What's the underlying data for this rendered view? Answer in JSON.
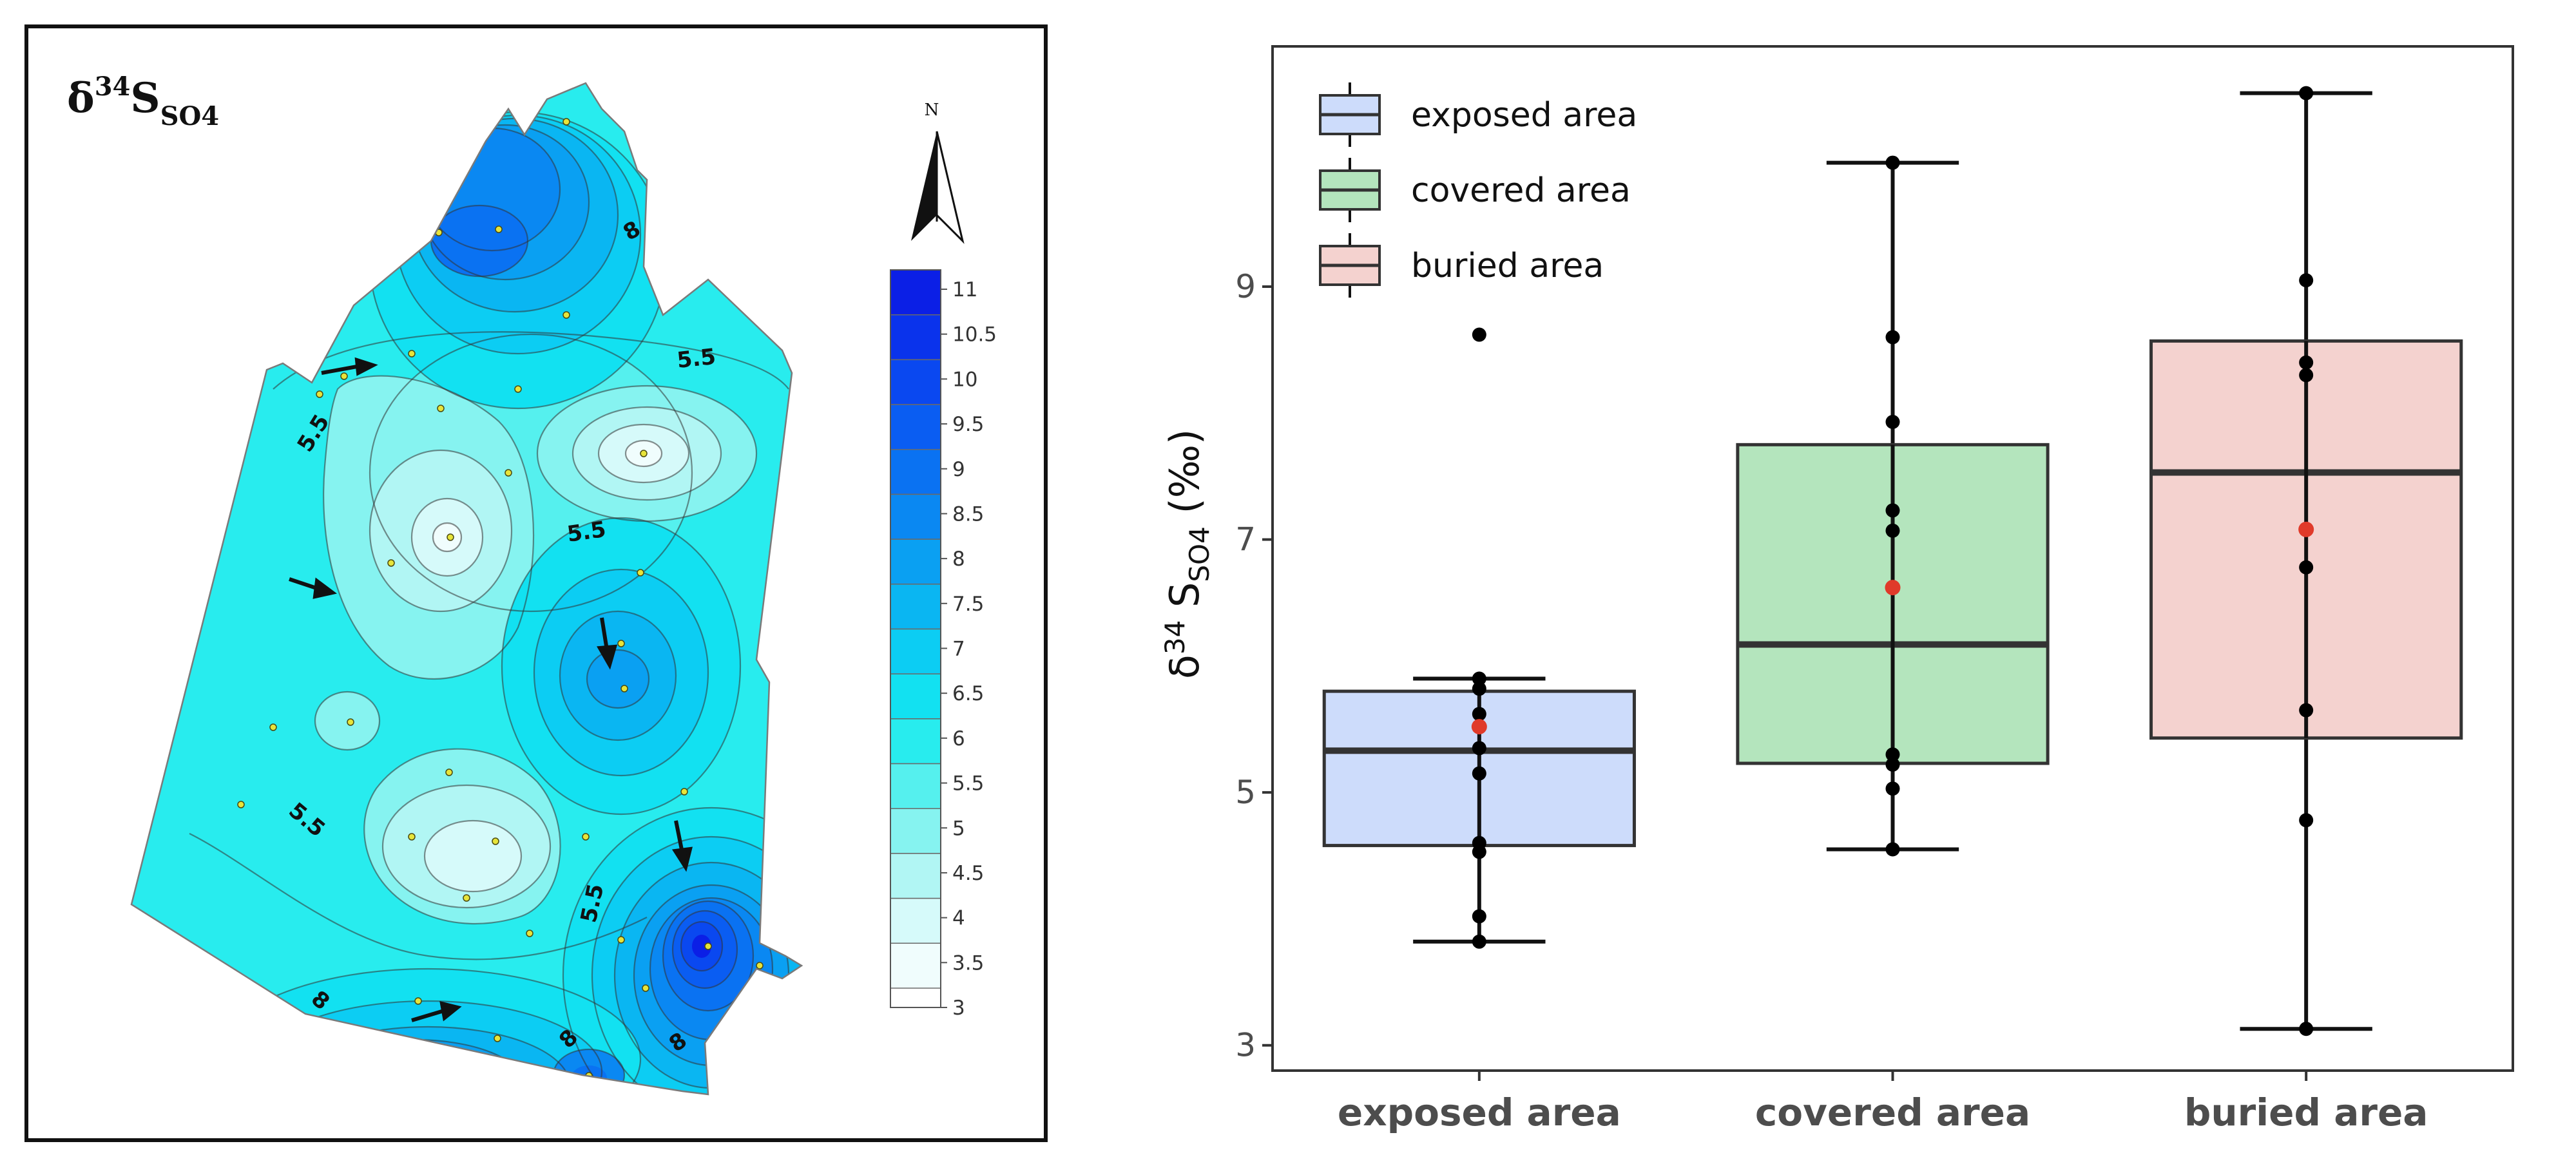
{
  "map": {
    "title_main": "δ",
    "title_sup": "34",
    "title_s": "S",
    "title_sub": "SO4",
    "north_label": "N",
    "contour_labels": [
      "5.5",
      "5.5",
      "5.5",
      "5.5",
      "5.5",
      "8",
      "8",
      "8",
      "8"
    ],
    "legend": {
      "levels": [
        "11",
        "10.5",
        "10",
        "9.5",
        "9",
        "8.5",
        "8",
        "7.5",
        "7",
        "6.5",
        "6",
        "5.5",
        "5",
        "4.5",
        "4",
        "3.5",
        "3"
      ],
      "colors": [
        "#0b1fe6",
        "#0a33ec",
        "#0a48f0",
        "#0a5df2",
        "#0a72f2",
        "#0a88f2",
        "#0aa0f2",
        "#0ab6f2",
        "#0ccdf3",
        "#12e1f1",
        "#28ecee",
        "#55f0ee",
        "#86f3f0",
        "#b1f6f4",
        "#d6fafa",
        "#f0fdfd"
      ]
    }
  },
  "chart_data": {
    "type": "box",
    "categories": [
      "exposed area",
      "covered area",
      "buried area"
    ],
    "ylabel_delta": "δ",
    "ylabel_sup": "34",
    "ylabel_s": " S",
    "ylabel_sub": "SO4",
    "ylabel_unit": " (‰)",
    "yticks": [
      3,
      5,
      7,
      9
    ],
    "ylim": [
      2.8,
      10.9
    ],
    "legend_position": "top-left",
    "boxes": [
      {
        "name": "exposed area",
        "q1": 4.58,
        "median": 5.33,
        "q3": 5.8,
        "whisker_low": 3.82,
        "whisker_high": 5.9,
        "mean": 5.52,
        "outliers": [
          8.62
        ],
        "points": [
          5.9,
          5.82,
          5.62,
          5.35,
          5.15,
          4.6,
          4.53,
          4.02,
          3.82
        ],
        "color": "#cddcfb"
      },
      {
        "name": "covered area",
        "q1": 5.23,
        "median": 6.17,
        "q3": 7.75,
        "whisker_low": 4.55,
        "whisker_high": 9.98,
        "mean": 6.62,
        "outliers": [],
        "points": [
          9.98,
          8.6,
          7.93,
          7.23,
          7.07,
          5.3,
          5.22,
          5.03,
          4.55
        ],
        "color": "#b4e5bd"
      },
      {
        "name": "buried area",
        "q1": 5.43,
        "median": 7.53,
        "q3": 8.57,
        "whisker_low": 3.13,
        "whisker_high": 10.53,
        "mean": 7.08,
        "outliers": [],
        "points": [
          10.53,
          9.05,
          8.4,
          8.3,
          6.78,
          5.65,
          4.78,
          3.13
        ],
        "color": "#f4d2cf"
      }
    ],
    "mean_color": "#e03a2a",
    "point_color": "#000000"
  }
}
